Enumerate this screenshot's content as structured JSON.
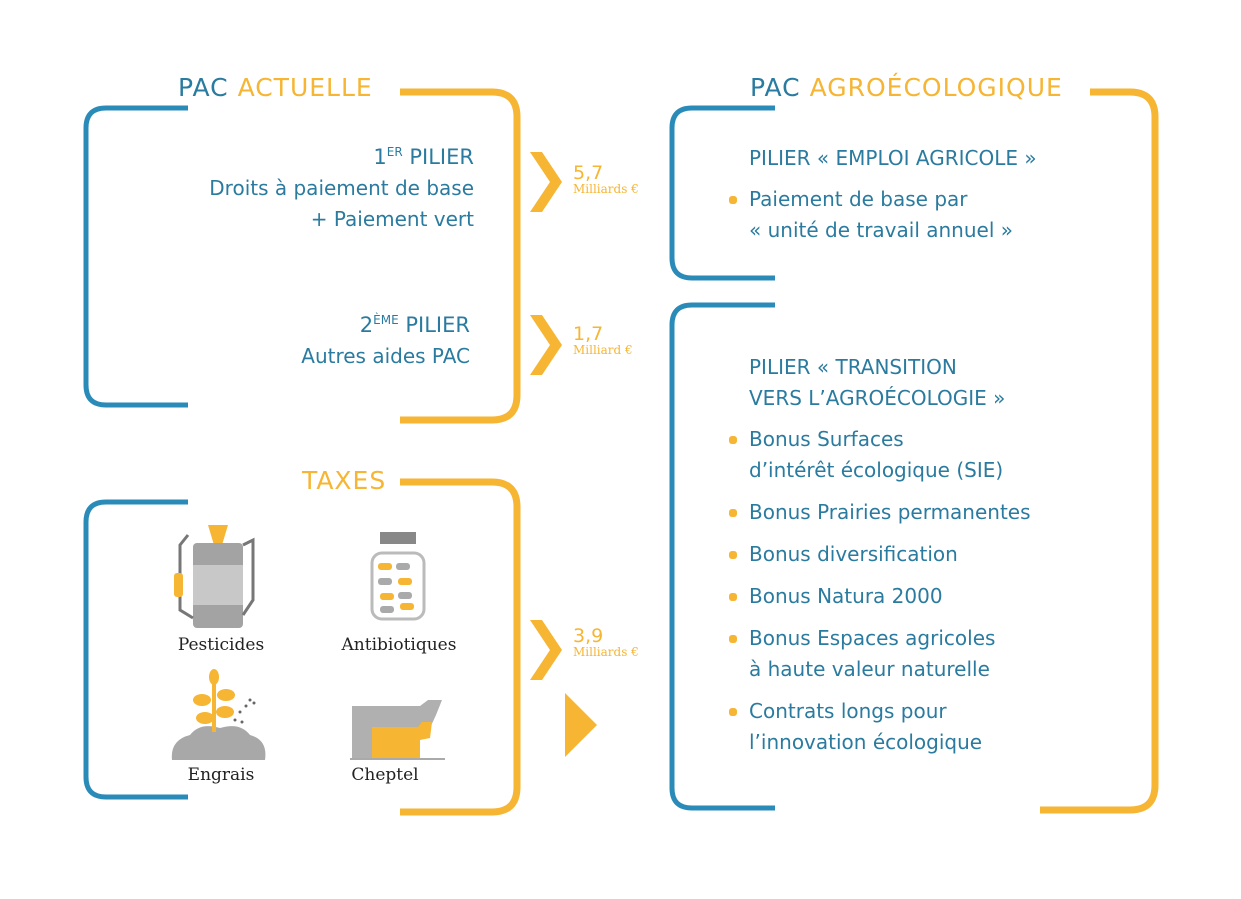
{
  "pac_actuelle": {
    "title_part1": "PAC",
    "title_part2": "ACTUELLE",
    "pilier1": {
      "num": "1",
      "sup": "ER",
      "label": "PILIER",
      "lines": [
        "Droits à paiement de base",
        "+ Paiement vert"
      ]
    },
    "pilier2": {
      "num": "2",
      "sup": "ÈME",
      "label": "PILIER",
      "lines": [
        "Autres aides PAC"
      ]
    }
  },
  "flows": [
    {
      "value": "5,7",
      "unit": "Milliards €"
    },
    {
      "value": "1,7",
      "unit": "Milliard €"
    },
    {
      "value": "3,9",
      "unit": "Milliards €"
    }
  ],
  "taxes": {
    "title": "TAXES",
    "items": [
      {
        "label": "Pesticides",
        "icon": "sprayer-icon"
      },
      {
        "label": "Antibiotiques",
        "icon": "pill-jar-icon"
      },
      {
        "label": "Engrais",
        "icon": "plant-fertilizer-icon"
      },
      {
        "label": "Cheptel",
        "icon": "cattle-icon"
      }
    ]
  },
  "pac_agro": {
    "title_part1": "PAC",
    "title_part2": "AGROÉCOLOGIQUE",
    "emploi": {
      "title": "PILIER « EMPLOI AGRICOLE »",
      "bullets": [
        [
          "Paiement de base par",
          "« unité de travail annuel »"
        ]
      ]
    },
    "transition": {
      "title": [
        "PILIER « TRANSITION",
        "VERS L’AGROÉCOLOGIE »"
      ],
      "bullets": [
        [
          "Bonus Surfaces",
          "d’intérêt écologique (SIE)"
        ],
        [
          "Bonus Prairies permanentes"
        ],
        [
          "Bonus diversification"
        ],
        [
          "Bonus Natura 2000"
        ],
        [
          "Bonus Espaces agricoles",
          "à haute valeur naturelle"
        ],
        [
          "Contrats longs pour",
          "l’innovation écologique"
        ]
      ]
    }
  },
  "colors": {
    "blue": "#2a8bb8",
    "orange": "#f6b533",
    "text_blue": "#2a7b9f"
  }
}
